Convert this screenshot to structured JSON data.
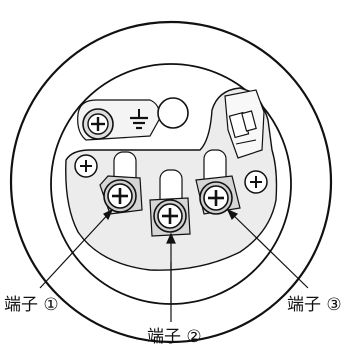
{
  "labels": {
    "terminal_1": "端子 ①",
    "terminal_2": "端子 ②",
    "terminal_3": "端子 ③"
  },
  "symbols": {
    "ground": "ground-icon"
  },
  "colors": {
    "line": "#111111",
    "fill_light": "#e6e6e6",
    "fill_mid": "#cfcfcf",
    "background": "#ffffff"
  }
}
